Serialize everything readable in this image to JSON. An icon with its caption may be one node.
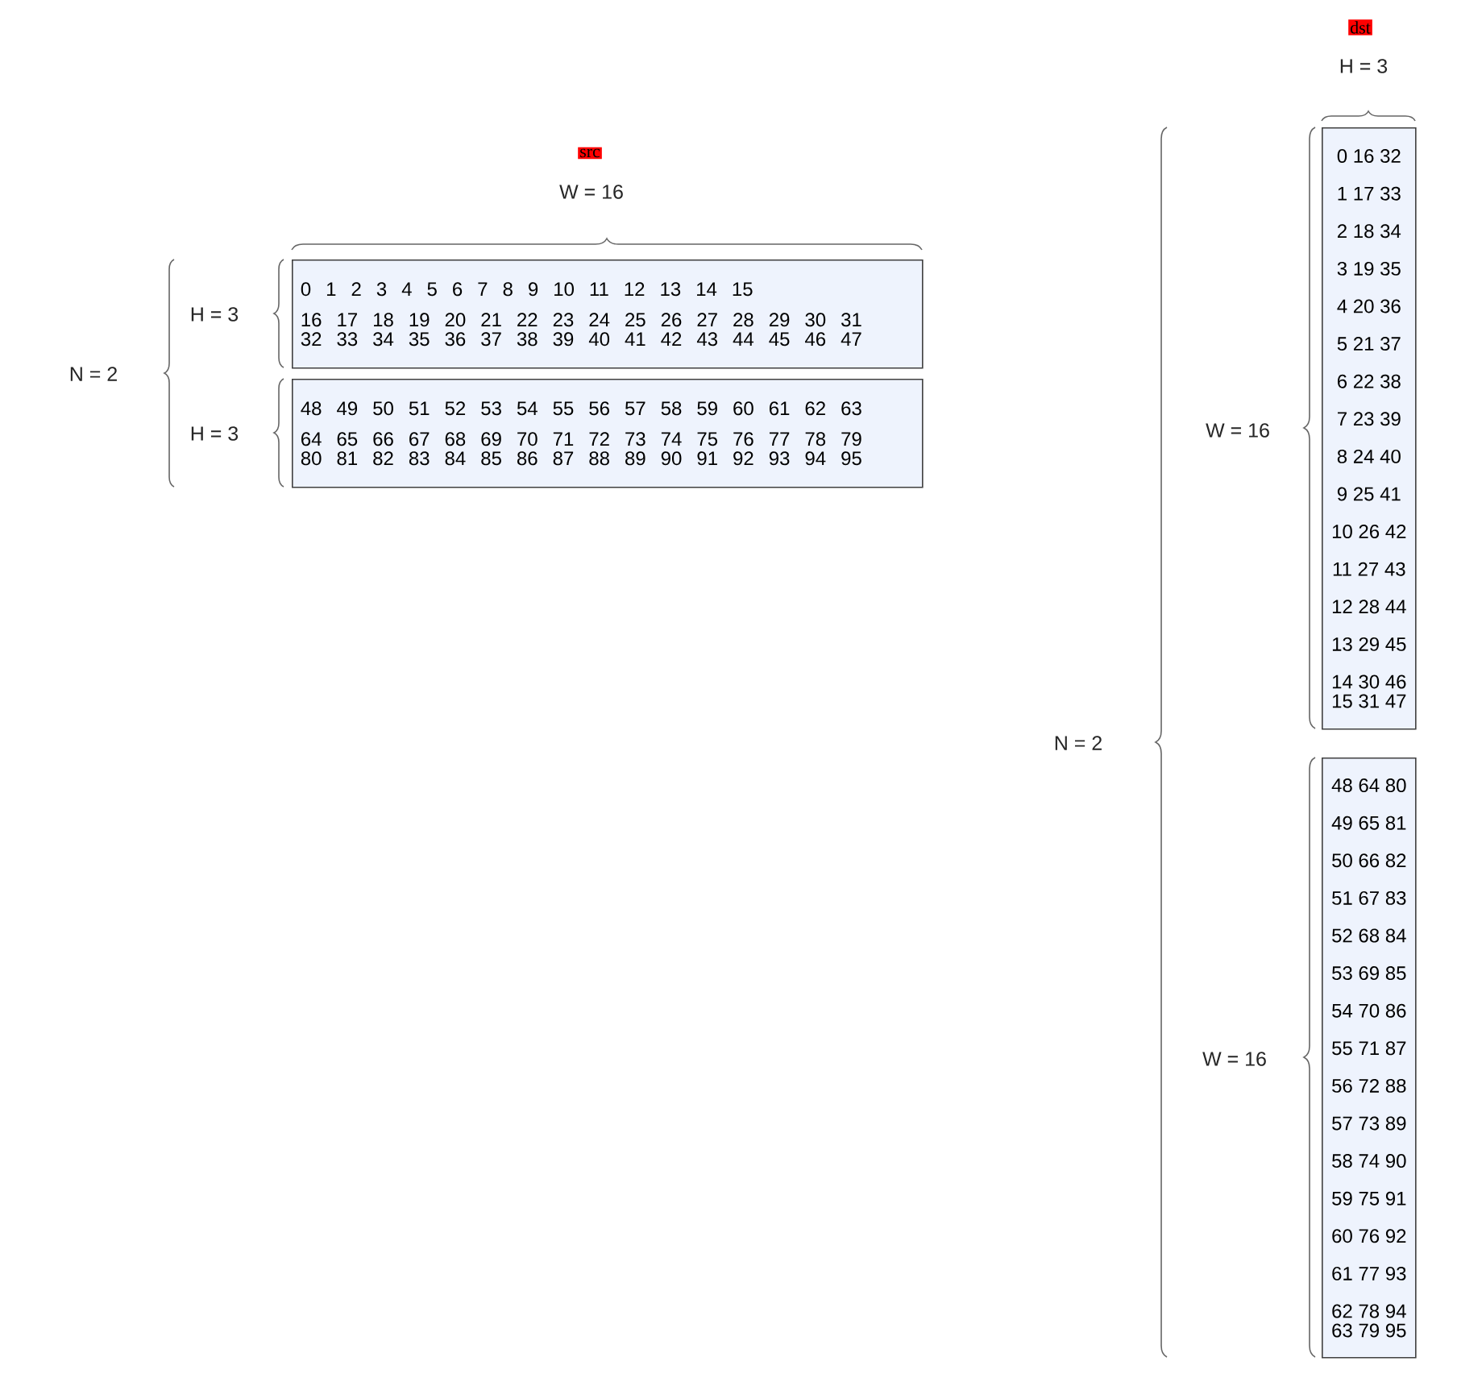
{
  "diagram": {
    "nodes": [
      {
        "text": [
          "0 1 2 3 4 5 6 7 8 9 10 11 12 13 14 15",
          "16 17 18 19 20 21 22 23 24 25 26 27 28 29 30 31",
          "32 33 34 35 36 37 38 39 40 41 42 43 44 45 46 47"
        ]
      },
      {
        "text": [
          "48 49 50 51 52 53 54 55 56 57 58 59 60 61 62 63",
          "64 65 66 67 68 69 70 71 72 73 74 75 76 77 78 79",
          "80 81 82 83 84 85 86 87 88 89 90 91 92 93 94 95"
        ]
      },
      {
        "text": [
          "0 16 32",
          "1 17 33",
          "2 18 34",
          "3 19 35",
          "4 20 36",
          "5 21 37",
          "6 22 38",
          "7 23 39",
          "8 24 40",
          "9 25 41",
          "10 26 42",
          "11 27 43",
          "12 28 44",
          "13 29 45",
          "14 30 46",
          "15 31 47"
        ]
      },
      {
        "text": [
          "48 64 80",
          "49 65 81",
          "50 66 82",
          "51 67 83",
          "52 68 84",
          "53 69 85",
          "54 70 86",
          "55 71 87",
          "56 72 88",
          "57 73 89",
          "58 74 90",
          "59 75 91",
          "60 76 92",
          "61 77 93",
          "62 78 94",
          "63 79 95"
        ]
      }
    ],
    "labels": [
      "dst",
      "H = 3",
      "src",
      "W = 16",
      "H = 3",
      "N = 2",
      "H = 3",
      "W = 16",
      "N = 2",
      "W = 16"
    ]
  }
}
